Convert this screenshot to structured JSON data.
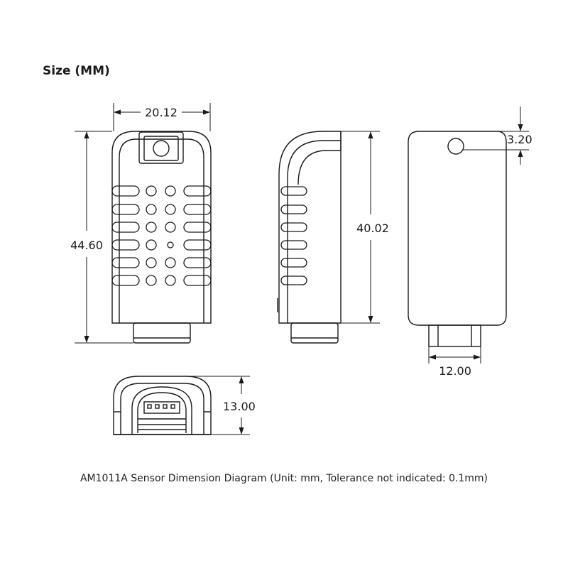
{
  "header": {
    "title": "Size (MM)"
  },
  "dimensions": {
    "front_width": "20.12",
    "front_height": "44.60",
    "side_height": "40.02",
    "hole_offset": "3.20",
    "connector_width": "12.00",
    "bottom_depth": "13.00"
  },
  "caption": "AM1011A Sensor Dimension Diagram (Unit: mm, Tolerance not indicated: 0.1mm)",
  "colors": {
    "line": "#1a1a1a",
    "background": "#ffffff"
  }
}
